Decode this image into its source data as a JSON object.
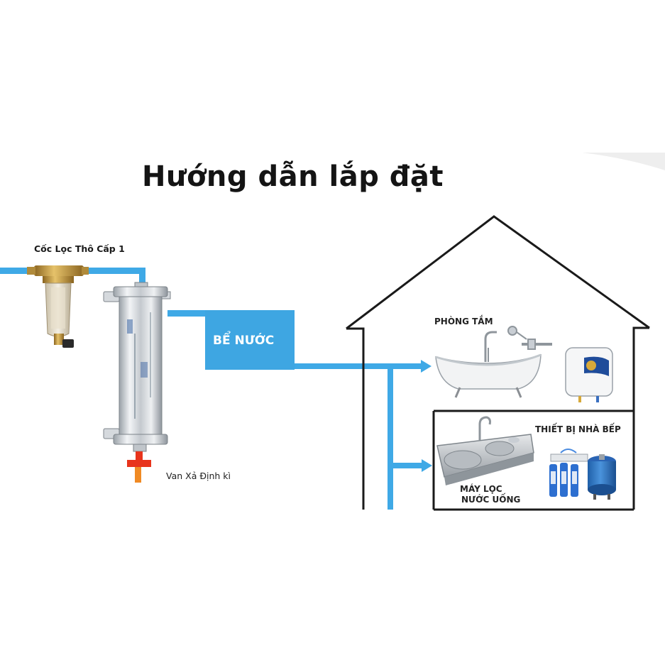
{
  "title": "Hướng dẫn lắp đặt",
  "labels": {
    "coarse_filter": "Cốc Lọc Thô Cấp 1",
    "flush_valve": "Van Xả Định kì",
    "water_tank": "BỂ NƯỚC",
    "bathroom": "PHÒNG TẮM",
    "kitchen": "THIẾT BỊ NHÀ BẾP",
    "ro_line1": "MÁY LỌC",
    "ro_line2": "NƯỚC UỐNG"
  },
  "colors": {
    "pipe": "#3fa9e6",
    "tank": "#3ea6e2",
    "house_outline": "#1a1a1a",
    "valve_red": "#e8341c",
    "valve_orange": "#f08a24",
    "brass": "#c79a3a",
    "steel": "#c9ced4"
  },
  "icons": [
    "coarse-filter-icon",
    "steel-filter-housing-icon",
    "flush-valve-icon",
    "bathtub-icon",
    "shower-icon",
    "water-heater-icon",
    "kitchen-sink-icon",
    "ro-filter-icon",
    "pressure-tank-icon",
    "flow-arrow-icon"
  ]
}
